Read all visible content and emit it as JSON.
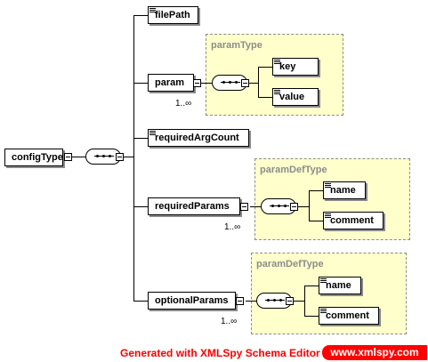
{
  "root": {
    "label": "configType"
  },
  "elements": {
    "filePath": "filePath",
    "param": "param",
    "requiredArgCount": "requiredArgCount",
    "requiredParams": "requiredParams",
    "optionalParams": "optionalParams"
  },
  "types": {
    "paramType": {
      "label": "paramType",
      "children": [
        "key",
        "value"
      ]
    },
    "requiredParamsType": {
      "label": "paramDefType",
      "children": [
        "name",
        "comment"
      ]
    },
    "optionalParamsType": {
      "label": "paramDefType",
      "children": [
        "name",
        "comment"
      ]
    }
  },
  "cardinality": {
    "param": "1..∞",
    "requiredParams": "1..∞",
    "optionalParams": "1..∞"
  },
  "footer": {
    "generated": "Generated with XMLSpy Schema Editor",
    "site": "www.xmlspy.com"
  }
}
